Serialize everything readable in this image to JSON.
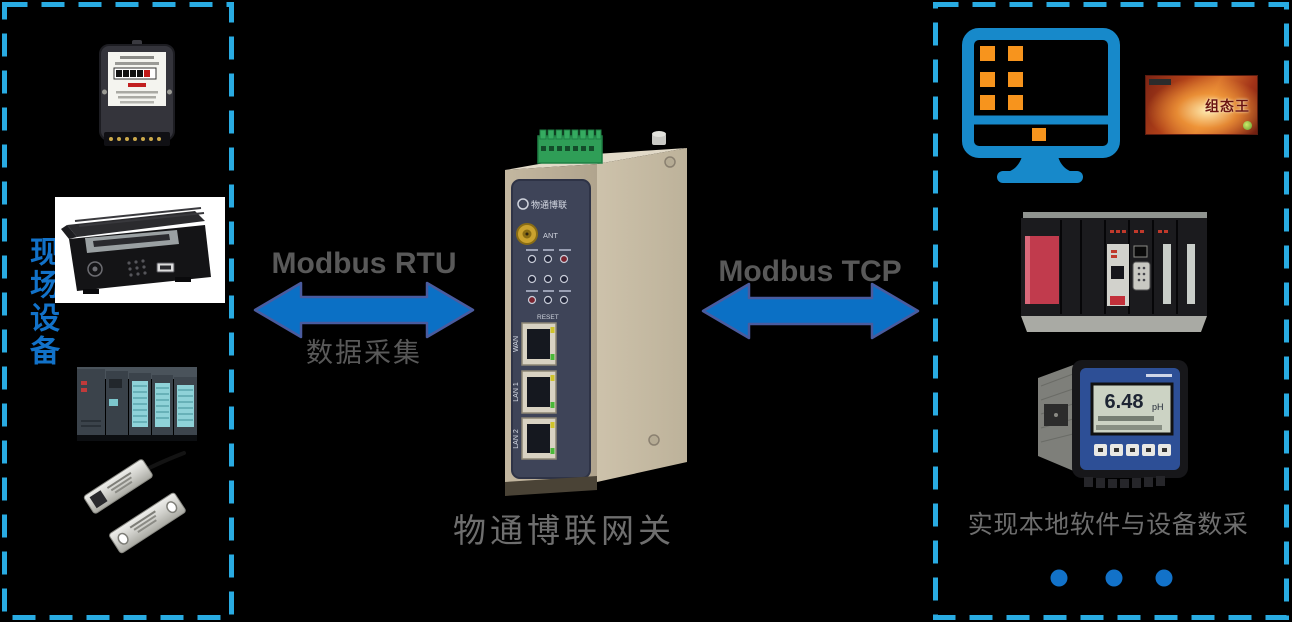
{
  "colors": {
    "background": "#000000",
    "border_dash": "#29ABE2",
    "accent_blue": "#1272C9",
    "arrow_fill": "#0B70C5",
    "arrow_edge": "#4A5B9E",
    "protocol_text": "#595959",
    "caption_gray": "#6E6E6E",
    "monitor_blue": "#1789CA",
    "monitor_orange": "#F7941D"
  },
  "left_panel": {
    "label": "现场设备",
    "devices": [
      "energy-meter",
      "mobile-dvr",
      "siemens-plc",
      "door-magnetic-sensor"
    ]
  },
  "links": {
    "left": {
      "protocol": "Modbus RTU",
      "caption": "数据采集"
    },
    "right": {
      "protocol": "Modbus TCP"
    }
  },
  "gateway": {
    "caption": "物通博联网关",
    "brand": "物通博联",
    "ant_label": "ANT",
    "reset_label": "RESET",
    "ports": [
      "WAN",
      "LAN 1",
      "LAN 2"
    ]
  },
  "right_panel": {
    "caption": "实现本地软件与设备数采",
    "splash_title": "组态王",
    "ph_reading": "6.48",
    "ph_unit": "pH",
    "dots": 3,
    "devices": [
      "desktop-computer",
      "scada-software",
      "mitsubishi-plc",
      "ph-controller"
    ]
  }
}
